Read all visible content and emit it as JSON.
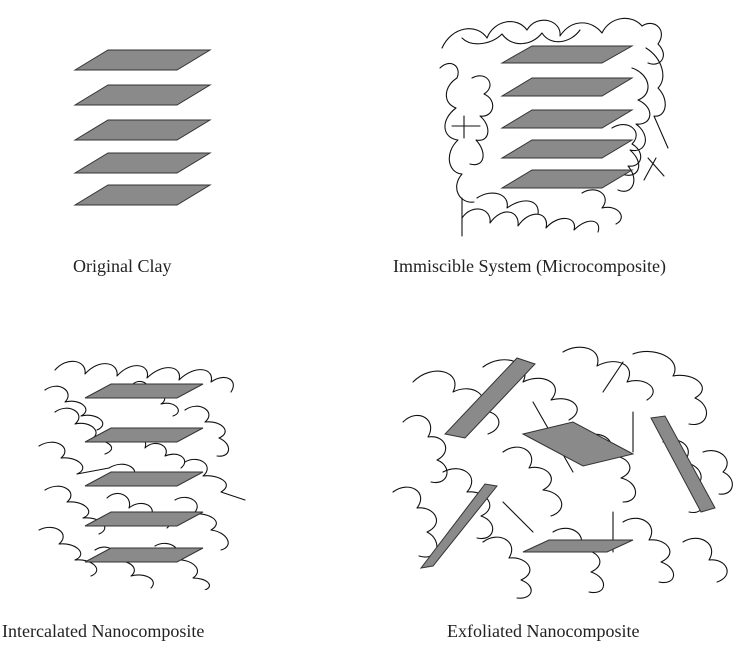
{
  "figure": {
    "panels": [
      {
        "id": "original",
        "caption": "Original Clay"
      },
      {
        "id": "immiscible",
        "caption": "Immiscible System (Microcomposite)"
      },
      {
        "id": "intercalated",
        "caption": "Intercalated Nanocomposite"
      },
      {
        "id": "exfoliated",
        "caption": "Exfoliated Nanocomposite"
      }
    ]
  },
  "colors": {
    "clay_sheet": "#8a8a8a",
    "sheet_outline": "#333333",
    "polymer_chain": "#111111",
    "background": "#ffffff"
  }
}
